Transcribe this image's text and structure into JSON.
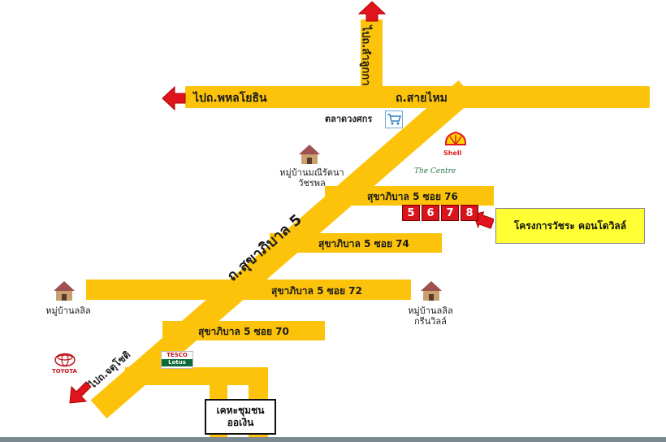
{
  "roads": {
    "to_phahon": "ไปถ.พหลโยธิน",
    "sai_mai": "ถ.สายไหม",
    "to_lam_luk_ka": "ไปถ.ลำลูกกา",
    "sukhapiban5": "ถ.สุขาภิบาล 5",
    "to_chotchai": "ไปถ.จตุโชติ",
    "soi76": "สุขาภิบาล 5 ซอย 76",
    "soi74": "สุขาภิบาล 5 ซอย 74",
    "soi72": "สุขาภิบาล 5 ซอย 72",
    "soi70": "สุขาภิบาล 5 ซอย 70"
  },
  "places": {
    "market": "ตลาดวงศกร",
    "village_maneerat": "หมู่บ้านมณีรัตนา\nวัชรพล",
    "village_lalil": "หมู่บ้านลลิล",
    "village_lalil_green": "หมู่บ้านลลิล\nกรีนวิลล์",
    "community_line1": "เคหะชุมชน",
    "community_line2": "ออเงิน"
  },
  "logos": {
    "shell": "Shell",
    "the_centre": "The Centre",
    "toyota": "TOYOTA",
    "tesco": "TESCO",
    "lotus": "Lotus"
  },
  "project": {
    "digits": [
      "5",
      "6",
      "7",
      "8"
    ],
    "name": "โครงการวัชระ คอนโดวิลล์"
  },
  "colors": {
    "road": "#fcc30a",
    "arrow": "#e0141c",
    "banner": "#ffff33"
  }
}
